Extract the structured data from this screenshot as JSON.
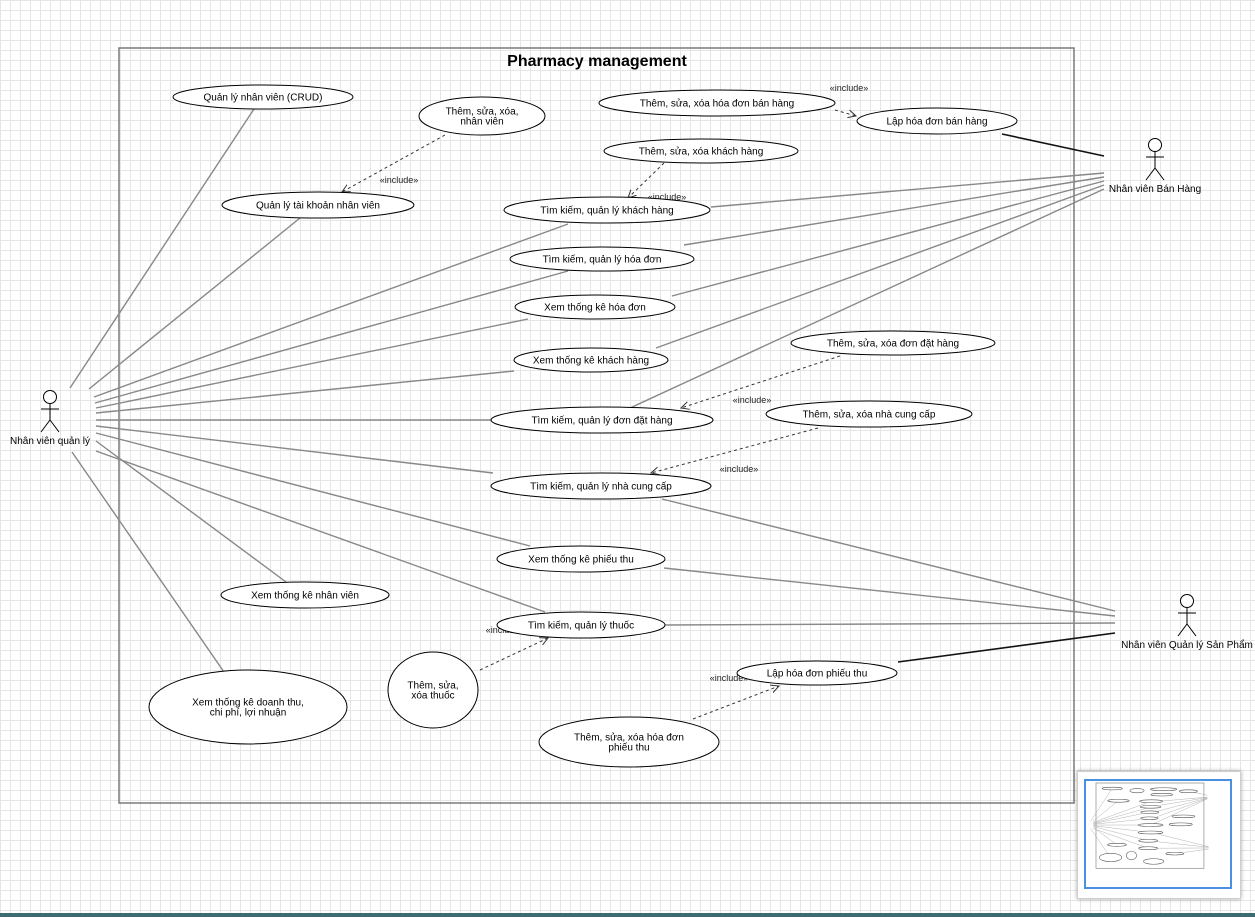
{
  "diagram": {
    "title": "Pharmacy management",
    "actors": [
      {
        "id": "ql",
        "name": "Nhân viên quản lý"
      },
      {
        "id": "bh",
        "name": "Nhân viên Bán Hàng"
      },
      {
        "id": "sp",
        "name": "Nhân viên Quản lý Sản Phẩm"
      }
    ],
    "use_cases": [
      {
        "id": "uc1",
        "lines": [
          "Quản lý nhân viên (CRUD)"
        ]
      },
      {
        "id": "uc2",
        "lines": [
          "Thêm, sửa, xóa,",
          "nhân viên"
        ]
      },
      {
        "id": "uc3",
        "lines": [
          "Quản lý tài khoản nhân viên"
        ]
      },
      {
        "id": "uc4",
        "lines": [
          "Thêm, sửa, xóa hóa đơn bán hàng"
        ]
      },
      {
        "id": "uc5",
        "lines": [
          "Lập hóa đơn bán hàng"
        ]
      },
      {
        "id": "uc6",
        "lines": [
          "Thêm, sửa, xóa khách hàng"
        ]
      },
      {
        "id": "uc7",
        "lines": [
          "Tìm kiếm, quản lý khách hàng"
        ]
      },
      {
        "id": "uc8",
        "lines": [
          "Tìm kiếm, quản lý hóa đơn"
        ]
      },
      {
        "id": "uc9",
        "lines": [
          "Xem thống kê hóa đơn"
        ]
      },
      {
        "id": "uc10",
        "lines": [
          "Xem thống kê khách hàng"
        ]
      },
      {
        "id": "uc11",
        "lines": [
          "Thêm, sửa, xóa đơn đặt hàng"
        ]
      },
      {
        "id": "uc12",
        "lines": [
          "Tìm kiếm, quản lý đơn đặt hàng"
        ]
      },
      {
        "id": "uc13",
        "lines": [
          "Thêm, sửa, xóa nhà cung cấp"
        ]
      },
      {
        "id": "uc14",
        "lines": [
          "Tìm kiếm, quản lý nhà cung cấp"
        ]
      },
      {
        "id": "uc15",
        "lines": [
          "Xem thống kê phiếu thu"
        ]
      },
      {
        "id": "uc16",
        "lines": [
          "Xem thống kê nhân viên"
        ]
      },
      {
        "id": "uc17",
        "lines": [
          "Tìm kiếm, quản lý thuốc"
        ]
      },
      {
        "id": "uc18",
        "lines": [
          "Thêm, sửa,",
          "xóa thuốc"
        ]
      },
      {
        "id": "uc19",
        "lines": [
          "Lập hóa đơn phiếu thu"
        ]
      },
      {
        "id": "uc20",
        "lines": [
          "Xem thống kê doanh thu,",
          "chi phí, lợi nhuận"
        ]
      },
      {
        "id": "uc21",
        "lines": [
          "Thêm, sửa, xóa hóa đơn",
          "phiếu thu"
        ]
      }
    ],
    "include_label": "«include»",
    "associations": [
      [
        "ql",
        "uc1"
      ],
      [
        "ql",
        "uc3"
      ],
      [
        "ql",
        "uc7"
      ],
      [
        "ql",
        "uc8"
      ],
      [
        "ql",
        "uc9"
      ],
      [
        "ql",
        "uc10"
      ],
      [
        "ql",
        "uc12"
      ],
      [
        "ql",
        "uc14"
      ],
      [
        "ql",
        "uc15"
      ],
      [
        "ql",
        "uc16"
      ],
      [
        "ql",
        "uc17"
      ],
      [
        "ql",
        "uc20"
      ],
      [
        "bh",
        "uc5"
      ],
      [
        "bh",
        "uc7"
      ],
      [
        "bh",
        "uc8"
      ],
      [
        "bh",
        "uc9"
      ],
      [
        "bh",
        "uc10"
      ],
      [
        "bh",
        "uc12"
      ],
      [
        "sp",
        "uc14"
      ],
      [
        "sp",
        "uc15"
      ],
      [
        "sp",
        "uc17"
      ],
      [
        "sp",
        "uc19"
      ]
    ],
    "includes": [
      [
        "uc2",
        "uc3"
      ],
      [
        "uc4",
        "uc5"
      ],
      [
        "uc6",
        "uc7"
      ],
      [
        "uc11",
        "uc12"
      ],
      [
        "uc13",
        "uc14"
      ],
      [
        "uc18",
        "uc17"
      ],
      [
        "uc21",
        "uc19"
      ]
    ]
  }
}
